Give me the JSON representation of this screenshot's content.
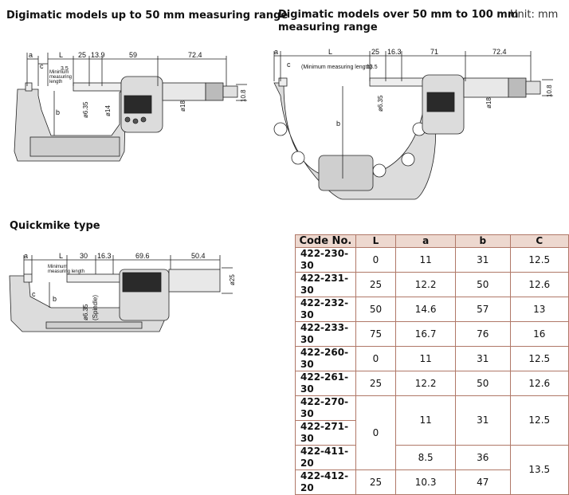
{
  "sections": {
    "up50_title": "Digimatic models up to 50 mm measuring range",
    "over50_title_l1": "Digimatic models over 50 mm to 100 mm",
    "over50_title_l2": "measuring range",
    "unit": "Unit: mm",
    "quickmike_title": "Quickmike type"
  },
  "drawing1": {
    "a": "a",
    "c": "c",
    "L": "L",
    "b": "b",
    "d25": "25",
    "d13_9": "13.9",
    "d59": "59",
    "d72_4": "72.4",
    "d10_8": "10.8",
    "d3_5": "3.5",
    "min_len_l1": "Minimum",
    "min_len_l2": "measuring",
    "min_len_l3": "length",
    "phi6_35": "ø6.35",
    "phi14": "ø14",
    "phi18": "ø18"
  },
  "drawing2": {
    "a": "a",
    "c": "c",
    "L": "L",
    "b": "b",
    "d25": "25",
    "d16_3": "16.3",
    "d71": "71",
    "d72_4": "72.4",
    "d10_8": "10.8",
    "d13_5": "13.5",
    "min_len": "(Minimum measuring length)",
    "phi6_35": "ø6.35",
    "phi18": "ø18"
  },
  "drawing3": {
    "a": "a",
    "c": "c",
    "L": "L",
    "b": "b",
    "d30": "30",
    "d16_3": "16.3",
    "d69_6": "69.6",
    "d50_4": "50.4",
    "min_len_l1": "Minimum",
    "min_len_l2": "measuring length",
    "phi6_35": "ø6.35",
    "spindle": "(Spindle)",
    "phi25": "ø25"
  },
  "table": {
    "headers": [
      "Code No.",
      "L",
      "a",
      "b",
      "C"
    ],
    "rows": [
      {
        "code": "422-230-30",
        "L": "0",
        "a": "11",
        "b": "31",
        "C": "12.5"
      },
      {
        "code": "422-231-30",
        "L": "25",
        "a": "12.2",
        "b": "50",
        "C": "12.6"
      },
      {
        "code": "422-232-30",
        "L": "50",
        "a": "14.6",
        "b": "57",
        "C": "13"
      },
      {
        "code": "422-233-30",
        "L": "75",
        "a": "16.7",
        "b": "76",
        "C": "16"
      },
      {
        "code": "422-260-30",
        "L": "0",
        "a": "11",
        "b": "31",
        "C": "12.5"
      },
      {
        "code": "422-261-30",
        "L": "25",
        "a": "12.2",
        "b": "50",
        "C": "12.6"
      }
    ],
    "merged": {
      "code_270": "422-270-30",
      "code_271": "422-271-30",
      "code_411": "422-411-20",
      "code_412": "422-412-20",
      "L_270_411": "0",
      "a_270_271": "11",
      "b_270_271": "31",
      "C_270_271": "12.5",
      "a_411": "8.5",
      "b_411": "36",
      "C_411_412": "13.5",
      "L_412": "25",
      "a_412": "10.3",
      "b_412": "47"
    }
  },
  "colors": {
    "body_gray": "#d8d8d8",
    "display_dark": "#2a2a2a",
    "dim_line": "#222222",
    "table_header": "#edd8cf",
    "table_border": "#b07868"
  }
}
